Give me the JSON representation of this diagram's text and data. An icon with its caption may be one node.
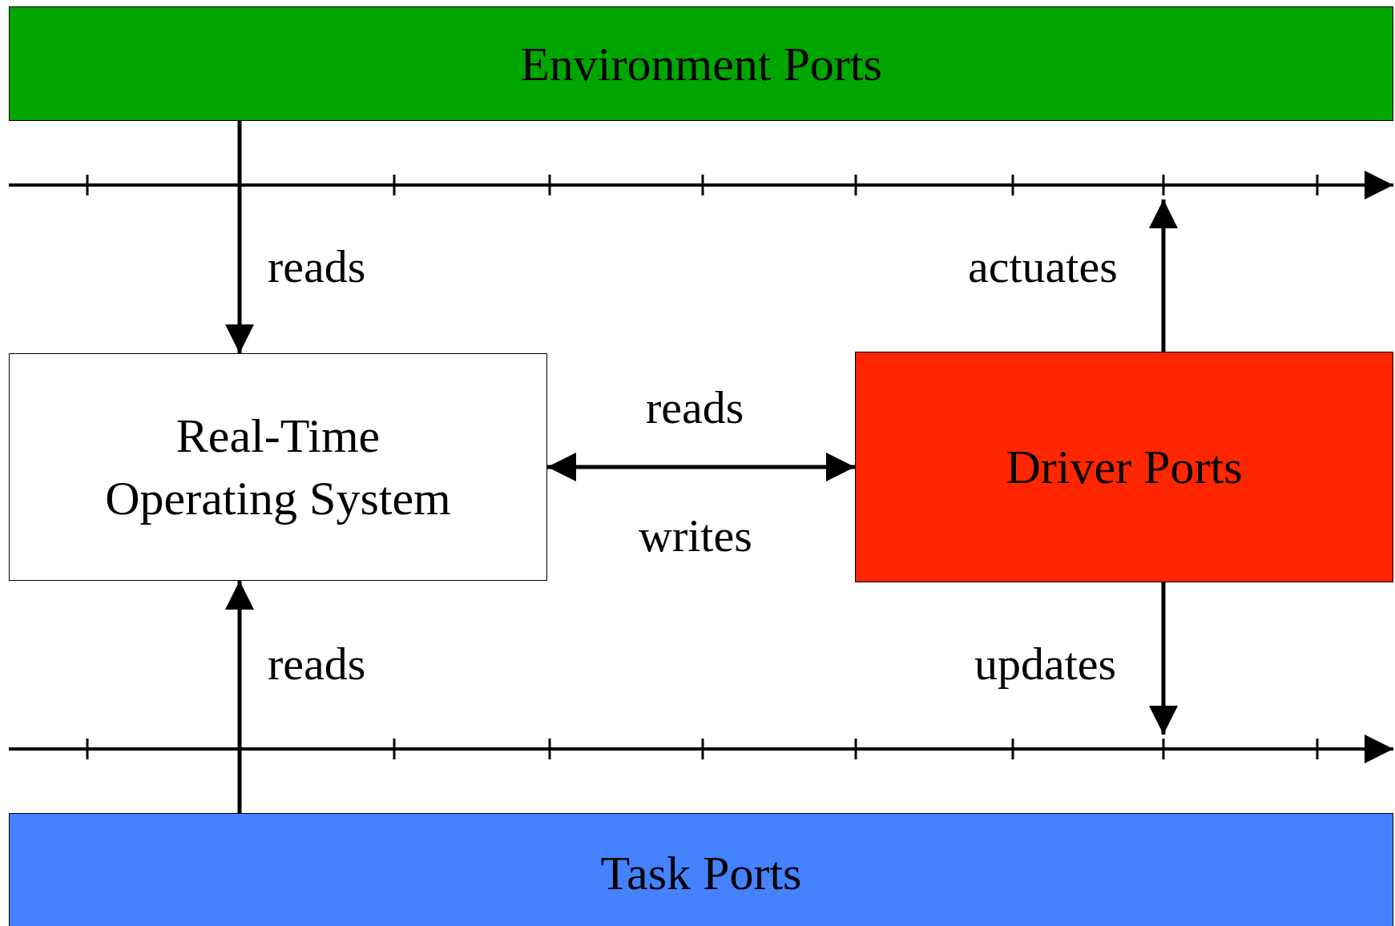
{
  "diagram": {
    "nodes": [
      {
        "text": [
          "Environment Ports"
        ]
      },
      {
        "text": [
          "Real-Time Operating System"
        ]
      },
      {
        "text": [
          "Driver Ports"
        ]
      },
      {
        "text": [
          "Task Ports"
        ]
      }
    ],
    "edges": [
      {
        "from": 0,
        "to": 1,
        "arrow": "to",
        "label": "reads"
      },
      {
        "from": 2,
        "to": null,
        "arrow": "to",
        "label": "actuates"
      },
      {
        "from": 1,
        "to": 2,
        "arrow": "both",
        "label": "reads"
      },
      {
        "from": 2,
        "to": null,
        "arrow": "to",
        "label": "updates"
      },
      {
        "from": 3,
        "to": 1,
        "arrow": "to",
        "label": "reads"
      }
    ],
    "labels": [
      "writes"
    ]
  }
}
